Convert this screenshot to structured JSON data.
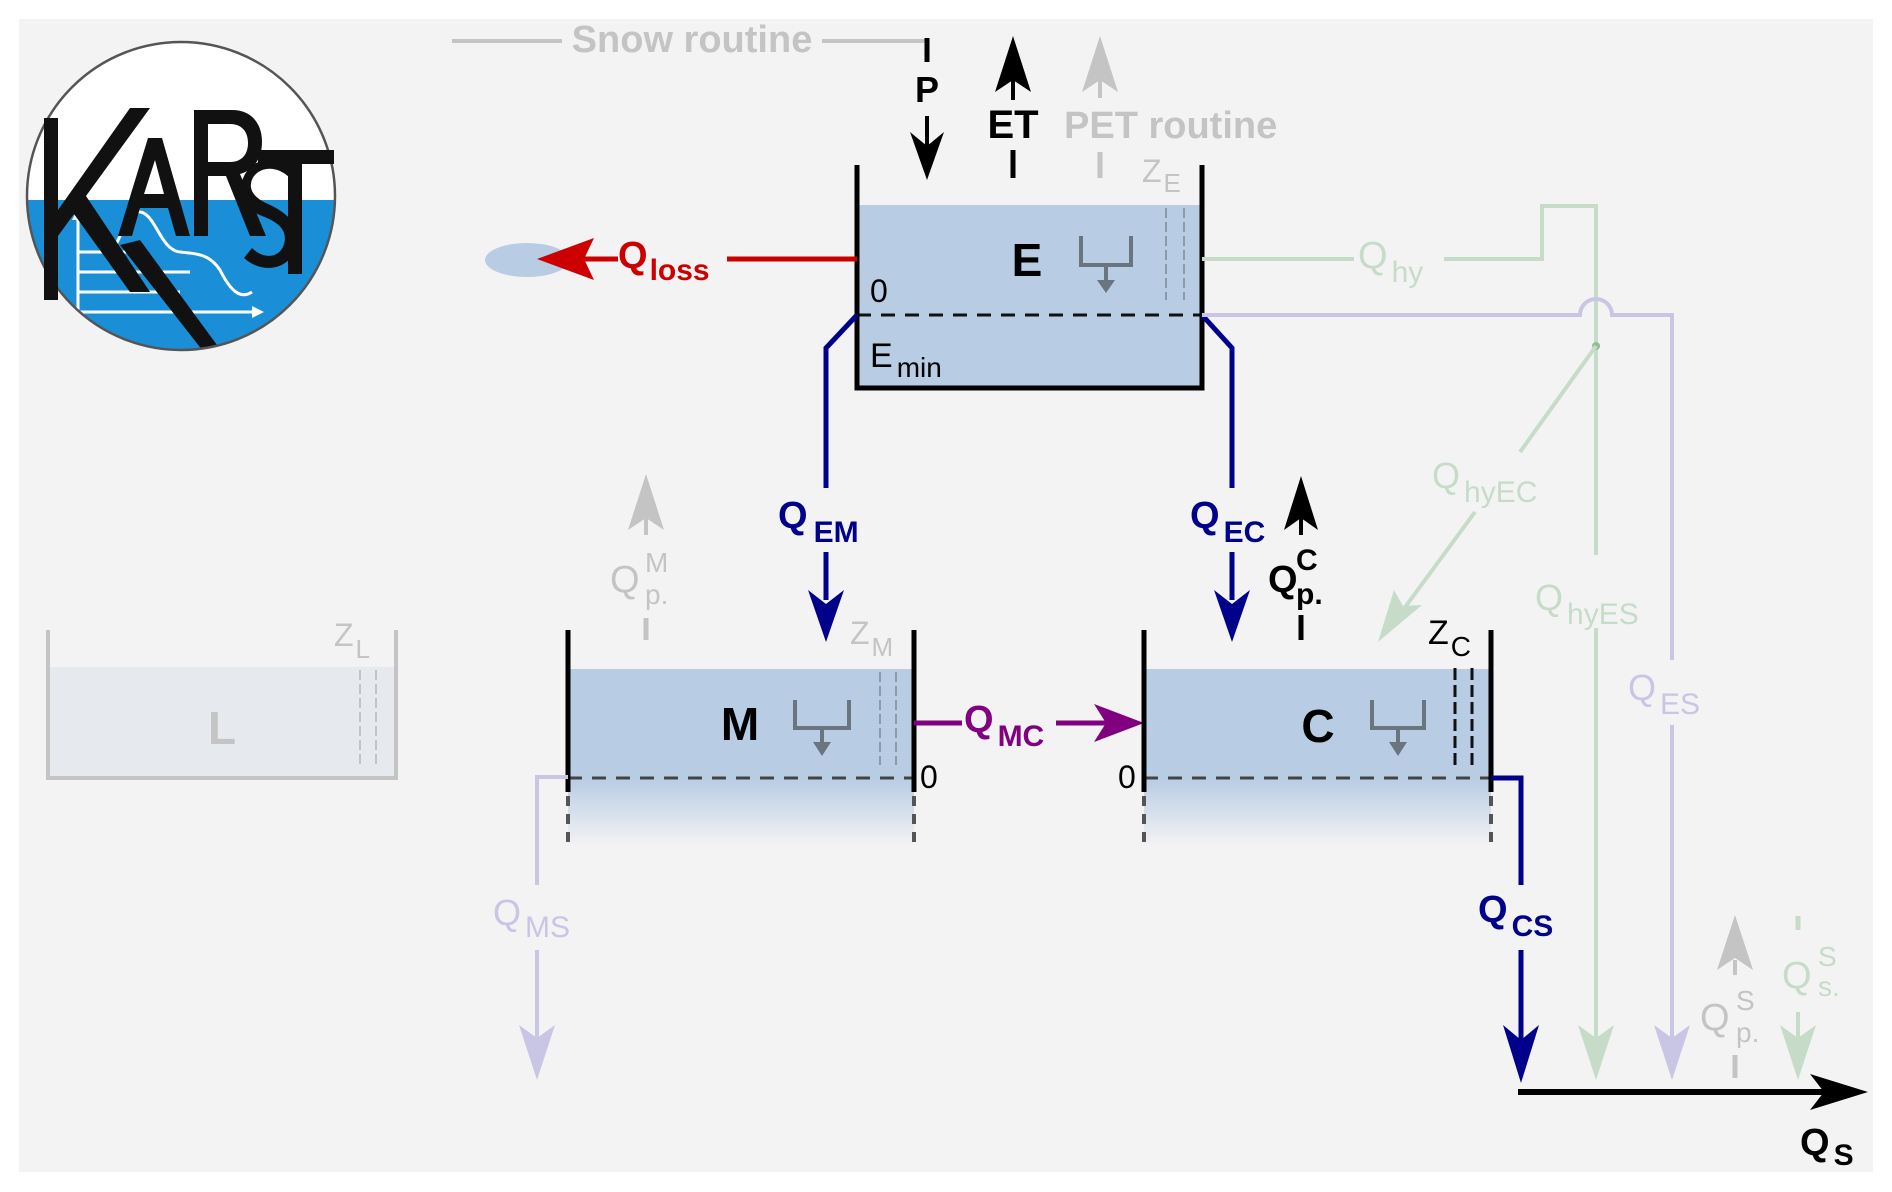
{
  "title": "KARST model structure",
  "logo": {
    "text": "KARST",
    "icon": "karst-logo-hydrograph"
  },
  "colors": {
    "background": "#f3f3f3",
    "water": "#b8cce4",
    "water_faded": "#e6eaef",
    "loss": "#cc0000",
    "flow_blue": "#00008b",
    "flow_purple": "#800080",
    "faded_green": "#c6dcc8",
    "faded_purple": "#c8c6e4",
    "faded_gray": "#c4c4c4",
    "black": "#000000",
    "logo_blue": "#1a8fd8"
  },
  "routines": {
    "snow": "Snow routine",
    "pet": "PET routine"
  },
  "inputs": {
    "precipitation": "P",
    "evapotranspiration": "ET"
  },
  "stores": {
    "E": {
      "label": "E",
      "capacity_label": "Z",
      "capacity_sub": "E",
      "zero": "0",
      "min_label": "E",
      "min_sub": "min",
      "active": true
    },
    "M": {
      "label": "M",
      "capacity_label": "Z",
      "capacity_sub": "M",
      "zero": "0",
      "active": true
    },
    "C": {
      "label": "C",
      "capacity_label": "Z",
      "capacity_sub": "C",
      "zero": "0",
      "active": true
    },
    "L": {
      "label": "L",
      "capacity_label": "Z",
      "capacity_sub": "L",
      "active": false
    }
  },
  "fluxes": {
    "loss": {
      "q": "Q",
      "sub": "loss"
    },
    "EM": {
      "q": "Q",
      "sub": "EM"
    },
    "EC": {
      "q": "Q",
      "sub": "EC"
    },
    "MC": {
      "q": "Q",
      "sub": "MC"
    },
    "CS": {
      "q": "Q",
      "sub": "CS"
    },
    "MS": {
      "q": "Q",
      "sub": "MS"
    },
    "ES": {
      "q": "Q",
      "sub": "ES"
    },
    "hy": {
      "q": "Q",
      "sub": "hy"
    },
    "hyEC": {
      "q": "Q",
      "sub": "hyEC"
    },
    "hyES": {
      "q": "Q",
      "sub": "hyES"
    },
    "pM": {
      "q": "Q",
      "sub": "p.",
      "sup": "M"
    },
    "pC": {
      "q": "Q",
      "sub": "p.",
      "sup": "C"
    },
    "pS": {
      "q": "Q",
      "sub": "p.",
      "sup": "S"
    },
    "sS": {
      "q": "Q",
      "sub": "s.",
      "sup": "S"
    },
    "outflow": {
      "q": "Q",
      "sub": "S"
    }
  }
}
